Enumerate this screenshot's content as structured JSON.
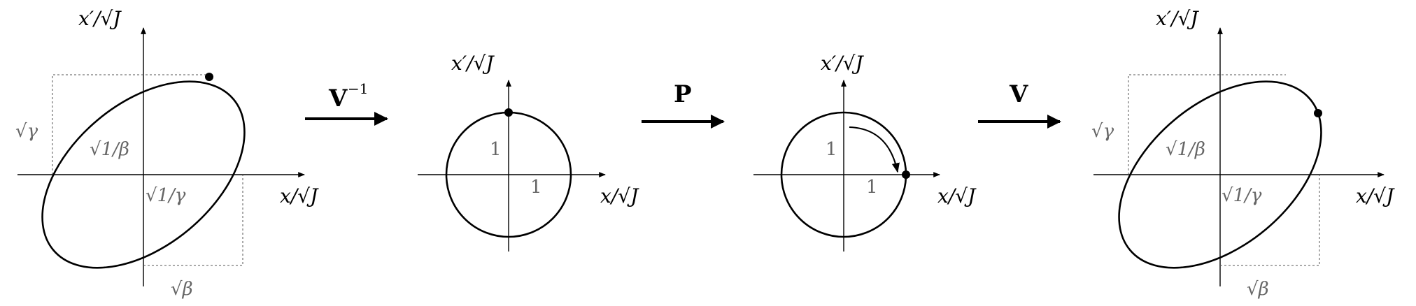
{
  "labels": {
    "x_axis": "x/√J",
    "xprime_axis": "x′/√J",
    "sqrt_gamma": "√γ",
    "sqrt_beta": "√β",
    "sqrt_inv_beta": "√1/β",
    "sqrt_inv_gamma": "√1/γ",
    "one": "1"
  },
  "operators": {
    "v_inverse": "V",
    "v_inverse_sup": "−1",
    "p": "P",
    "v": "V"
  },
  "colors": {
    "curve": "#000000",
    "guide": "#666666"
  }
}
